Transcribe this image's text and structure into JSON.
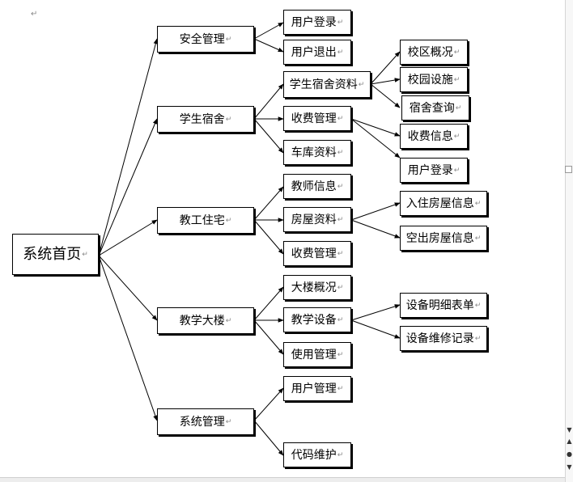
{
  "root": {
    "label": "系统首页"
  },
  "categories": [
    {
      "label": "安全管理"
    },
    {
      "label": "学生宿舍"
    },
    {
      "label": "教工住宅"
    },
    {
      "label": "教学大楼"
    },
    {
      "label": "系统管理"
    }
  ],
  "items": {
    "security_login": "用户登录",
    "security_logout": "用户退出",
    "dorm_info": "学生宿舍资料",
    "dorm_fee": "收费管理",
    "dorm_garage": "车库资料",
    "staff_teacher": "教师信息",
    "staff_house": "房屋资料",
    "staff_fee": "收费管理",
    "teach_overview": "大楼概况",
    "teach_equipment": "教学设备",
    "teach_usage": "使用管理",
    "sys_user": "用户管理",
    "sys_code": "代码维护",
    "campus_overview": "校区概况",
    "campus_facility": "校园设施",
    "dorm_query": "宿舍查询",
    "fee_info": "收费信息",
    "fee_login": "用户登录",
    "house_occupied": "入住房屋信息",
    "house_vacant": "空出房屋信息",
    "equip_list": "设备明细表单",
    "equip_repair": "设备维修记录"
  },
  "marks": {
    "paragraph": "↵"
  }
}
